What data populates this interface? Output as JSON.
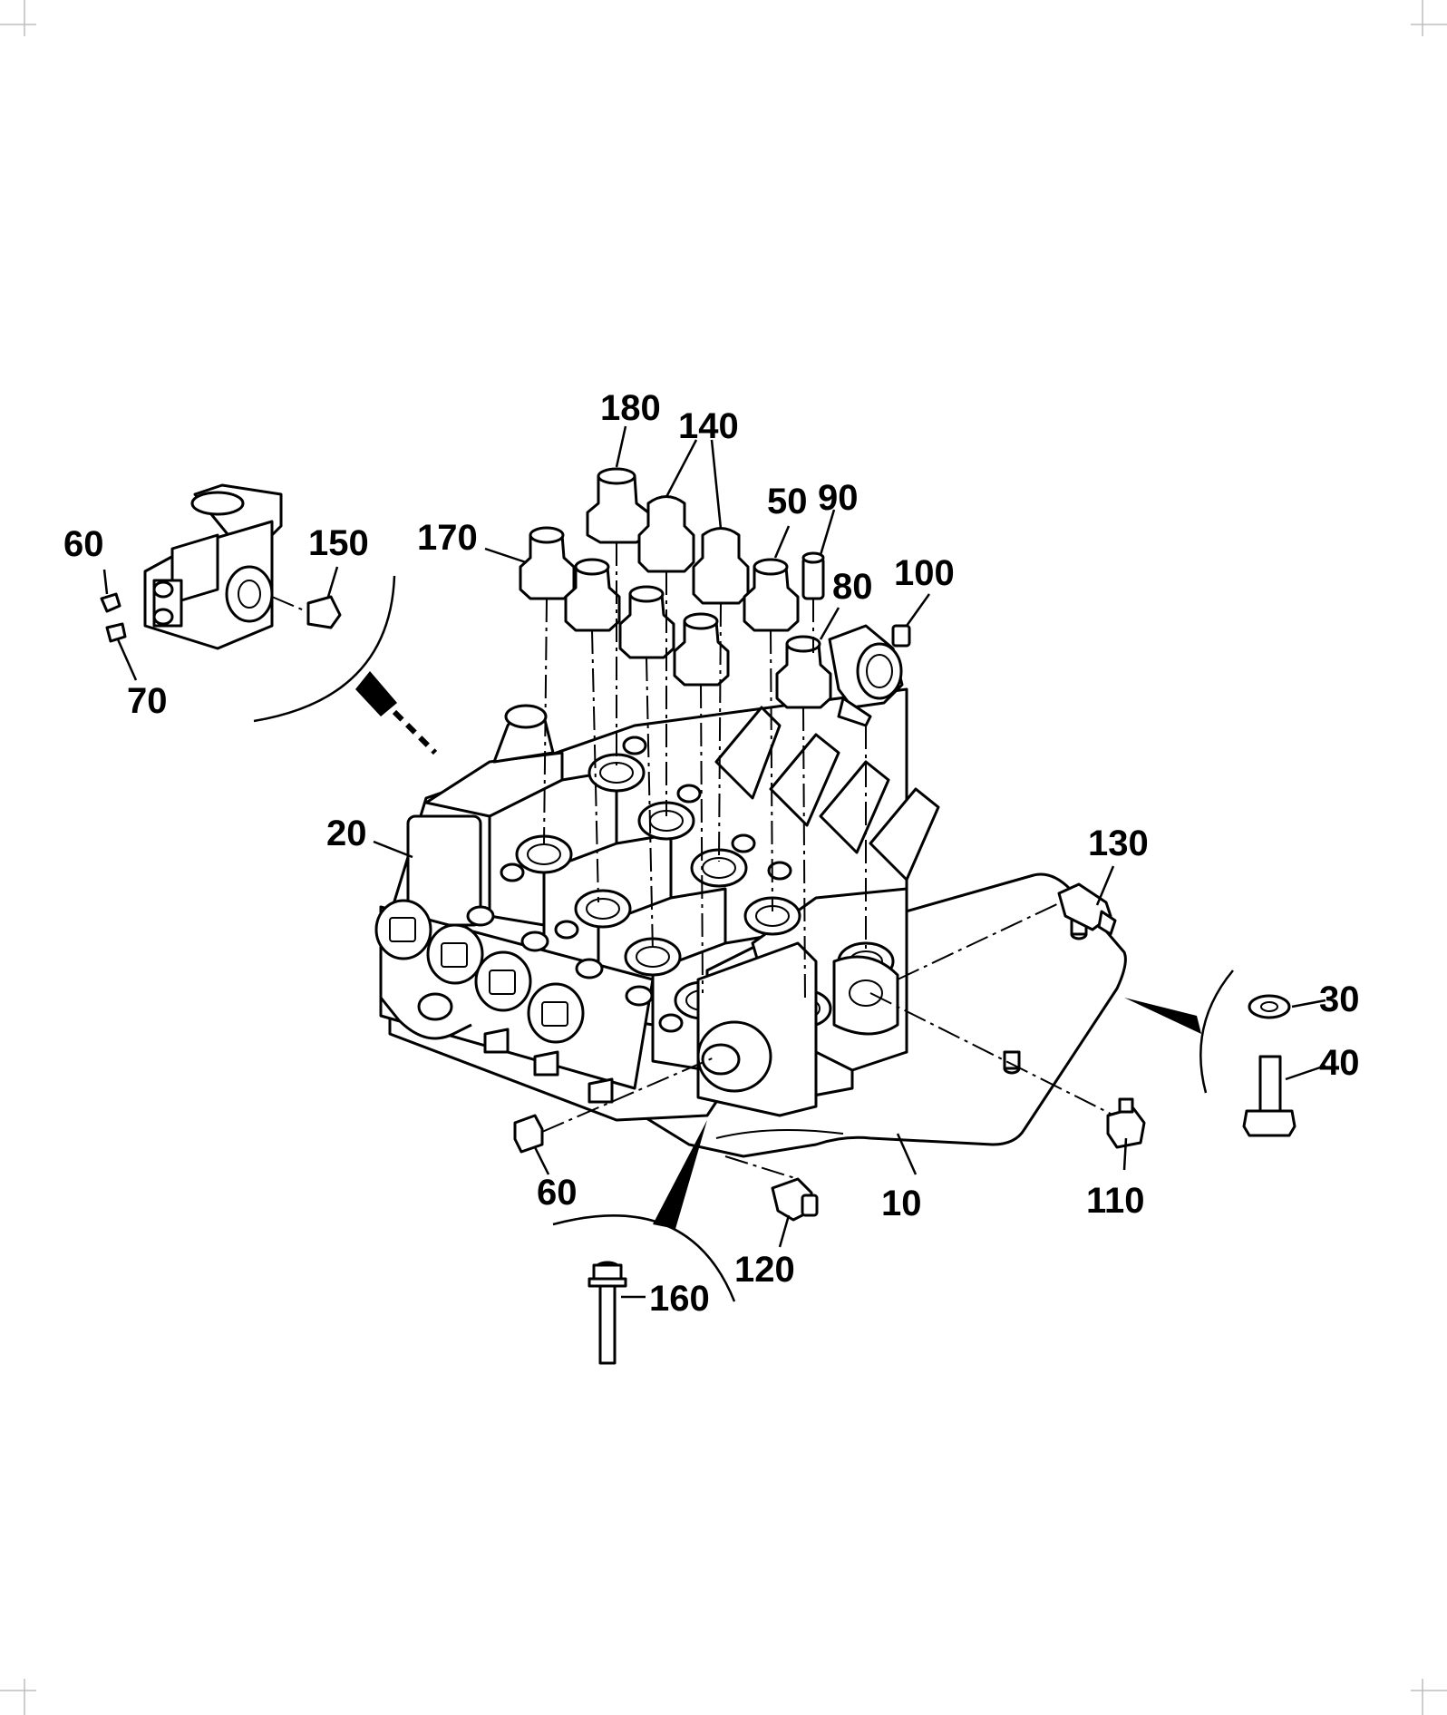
{
  "callouts": [
    {
      "id": "c180",
      "text": "180"
    },
    {
      "id": "c140",
      "text": "140"
    },
    {
      "id": "c50",
      "text": "50"
    },
    {
      "id": "c90",
      "text": "90"
    },
    {
      "id": "c170",
      "text": "170"
    },
    {
      "id": "c80",
      "text": "80"
    },
    {
      "id": "c100",
      "text": "100"
    },
    {
      "id": "c60a",
      "text": "60"
    },
    {
      "id": "c150",
      "text": "150"
    },
    {
      "id": "c70",
      "text": "70"
    },
    {
      "id": "c20",
      "text": "20"
    },
    {
      "id": "c130",
      "text": "130"
    },
    {
      "id": "c30",
      "text": "30"
    },
    {
      "id": "c40",
      "text": "40"
    },
    {
      "id": "c60b",
      "text": "60"
    },
    {
      "id": "c10",
      "text": "10"
    },
    {
      "id": "c110",
      "text": "110"
    },
    {
      "id": "c120",
      "text": "120"
    },
    {
      "id": "c160",
      "text": "160"
    }
  ],
  "colors": {
    "ink": "#000000",
    "paper": "#ffffff"
  }
}
